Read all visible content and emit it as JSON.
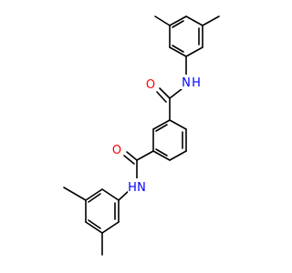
{
  "molecule": {
    "atom_labels": {
      "o_top": "O",
      "nh_top": "H",
      "n_top": "N",
      "o_bottom": "O",
      "nh_bottom": "H",
      "n_bottom": "N"
    },
    "colors": {
      "bond": "#000000",
      "oxygen": "#ff0000",
      "nitrogen": "#0000ff",
      "hydrogen_on_n": "#0000ff",
      "background": "#ffffff"
    }
  }
}
